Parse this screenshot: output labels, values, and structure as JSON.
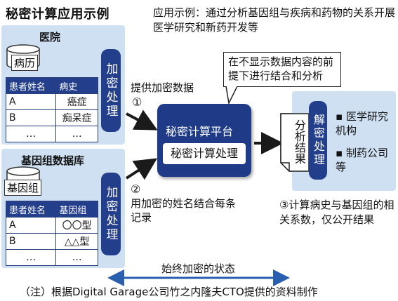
{
  "title": "秘密计算应用示例",
  "description": "应用示例：通过分析基因组与疾病和药物的关系开展医学研究和新药开发等",
  "hospital": {
    "name": "医院",
    "db_label": "病历",
    "headers": [
      "患者姓名",
      "病史"
    ],
    "rows": [
      [
        "A",
        "癌症"
      ],
      [
        "B",
        "痴呆症"
      ],
      [
        "…",
        "…"
      ]
    ],
    "encrypt_label": "加密处理"
  },
  "genome_db": {
    "name": "基因组数据库",
    "db_label": "基因组",
    "headers": [
      "患者姓名",
      "基因组"
    ],
    "rows": [
      [
        "A",
        "〇〇型"
      ],
      [
        "B",
        "△△型"
      ],
      [
        "…",
        "…"
      ]
    ],
    "encrypt_label": "加密处理"
  },
  "steps": {
    "step1": "提供加密数据",
    "step1_num": "①",
    "step2_num": "②",
    "step2": "用加密的姓名结合每条记录",
    "step3": "③计算病史与基因组的相关系数，仅公开结果"
  },
  "platform": {
    "title": "秘密计算平台",
    "process": "秘密计算处理",
    "callout": "在不显示数据内容的前提下进行结合和分析"
  },
  "result_doc": "分析结果",
  "recipients": {
    "decrypt_label": "解密处理",
    "items": [
      "医学研究机构",
      "制药公司等"
    ]
  },
  "bottom": {
    "encrypted_state": "始终加密的状态",
    "note": "（注）根据Digital Garage公司竹之内隆夫CTO提供的资料制作"
  },
  "colors": {
    "navy": "#1f3b87",
    "panel": "#cfe0f3",
    "arrow": "#1a1a1a",
    "double_arrow": "#2a5fb0"
  }
}
